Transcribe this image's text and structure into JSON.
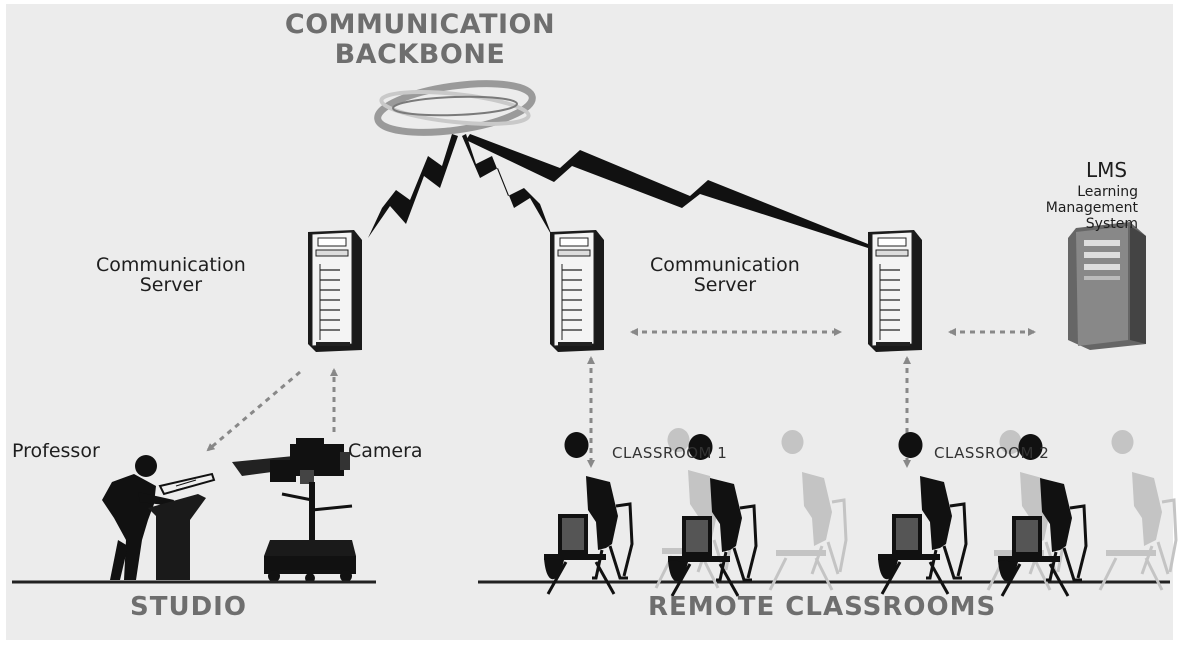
{
  "title": {
    "line1": "COMMUNICATION",
    "line2": "BACKBONE"
  },
  "servers": [
    {
      "line1": "Communication",
      "line2": "Server"
    },
    {
      "line1": "Communication",
      "line2": "Server"
    }
  ],
  "lms": {
    "abbr": "LMS",
    "line1": "Learning",
    "line2": "Management",
    "line3": "System"
  },
  "studio": {
    "professor": "Professor",
    "camera": "Camera",
    "label": "STUDIO"
  },
  "classrooms": {
    "room1": "CLASSROOM 1",
    "room2": "CLASSROOM 2",
    "label": "REMOTE CLASSROOMS"
  },
  "colors": {
    "background": "#ececec",
    "text": "#1e1e1e",
    "heading": "#6e6e6e",
    "arrow": "#888888"
  }
}
